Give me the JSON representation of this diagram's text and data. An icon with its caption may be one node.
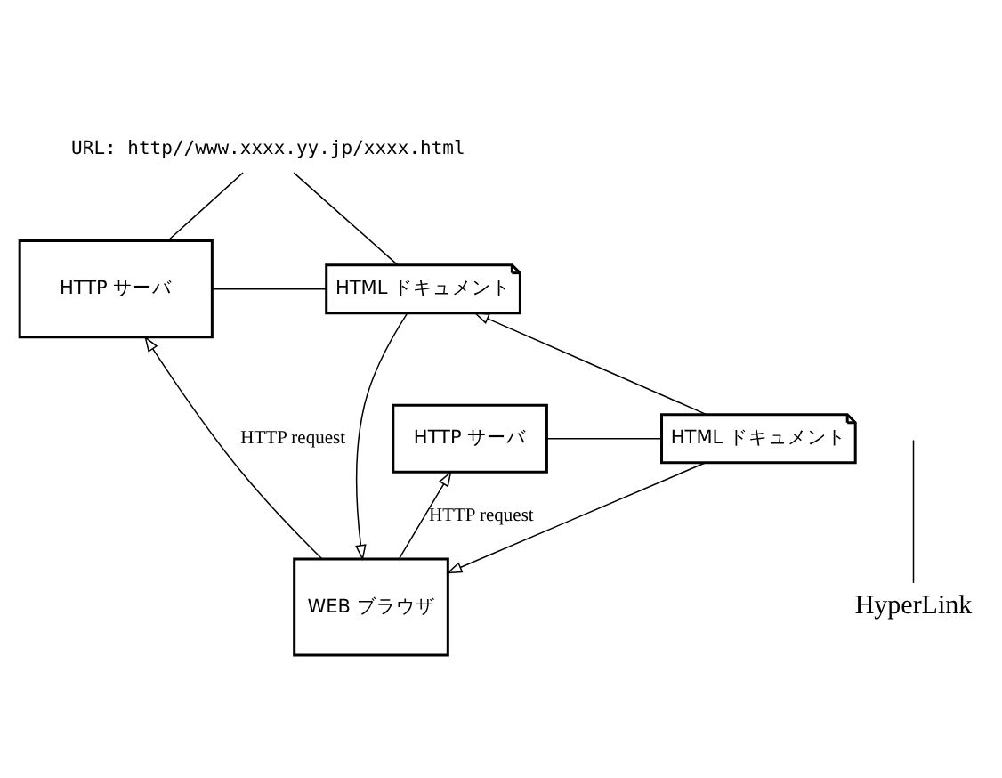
{
  "diagram": {
    "nodes": [
      {
        "text": [
          "URL: http//www.xxxx.yy.jp/xxxx.html"
        ]
      },
      {
        "text": [
          "HTTP サーバ"
        ]
      },
      {
        "text": [
          "HTML ドキュメント"
        ]
      },
      {
        "text": [
          "HTTP サーバ"
        ]
      },
      {
        "text": [
          "HTML ドキュメント"
        ]
      },
      {
        "text": [
          "WEB ブラウザ"
        ]
      },
      {
        "text": [
          "HyperLink"
        ]
      }
    ],
    "edges": [
      {
        "from": 0,
        "to": 1,
        "arrow": "none"
      },
      {
        "from": 0,
        "to": 2,
        "arrow": "none"
      },
      {
        "from": 1,
        "to": 2,
        "arrow": "none"
      },
      {
        "from": 3,
        "to": 4,
        "arrow": "none"
      },
      {
        "from": 4,
        "to": 2,
        "arrow": "to"
      },
      {
        "from": 5,
        "to": 1,
        "arrow": "to",
        "label": "HTTP request"
      },
      {
        "from": 5,
        "to": 3,
        "arrow": "to",
        "label": "HTTP request"
      },
      {
        "from": 2,
        "to": 5,
        "arrow": "to"
      },
      {
        "from": 4,
        "to": 5,
        "arrow": "to"
      },
      {
        "from": 6,
        "to": null,
        "arrow": "none"
      }
    ]
  }
}
